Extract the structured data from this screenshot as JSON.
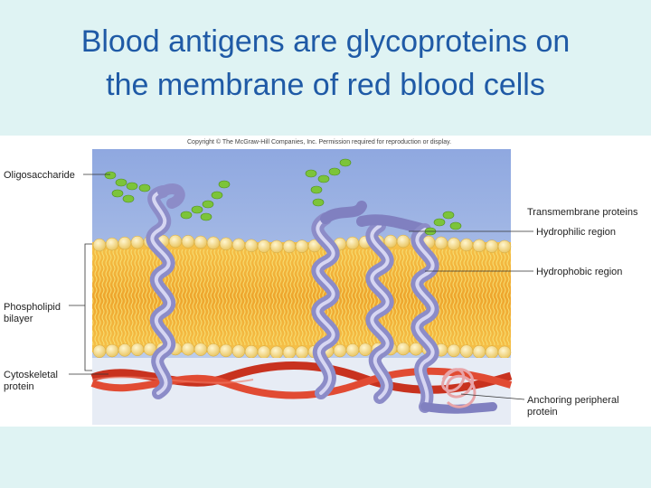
{
  "title": {
    "line1": "Blood antigens are glycoproteins on",
    "line2": "the membrane of red blood cells"
  },
  "figure": {
    "copyright": "Copyright © The McGraw-Hill Companies, Inc. Permission required for reproduction or display.",
    "labels": {
      "oligosaccharide": "Oligosaccharide",
      "phospholipid_1": "Phospholipid",
      "phospholipid_2": "bilayer",
      "cytoskeletal_1": "Cytoskeletal",
      "cytoskeletal_2": "protein",
      "transmembrane": "Transmembrane proteins",
      "hydrophilic": "Hydrophilic region",
      "hydrophobic": "Hydrophobic region",
      "anchoring_1": "Anchoring peripheral",
      "anchoring_2": "protein"
    }
  },
  "colors": {
    "title": "#1f5aa6",
    "background": "#dff3f3",
    "water": "#9fb6e6",
    "lipid_head": "#f3d37a",
    "lipid_core": "#f0b33a",
    "protein": "#9e9ed4",
    "cytoskeleton": "#d23a2a",
    "sugar": "#7cc43a"
  }
}
